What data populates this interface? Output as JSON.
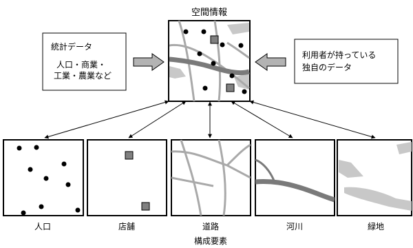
{
  "title": "空間情報",
  "left_box": {
    "heading": "統計データ",
    "line1": "人口・商業・",
    "line2": "工業・農業など"
  },
  "right_box": {
    "line1": "利用者が持っている",
    "line2": "独自のデータ"
  },
  "components": [
    {
      "label": "人口"
    },
    {
      "label": "店舗"
    },
    {
      "label": "道路"
    },
    {
      "label": "河川"
    },
    {
      "label": "緑地"
    }
  ],
  "bottom_label": "構成要素",
  "colors": {
    "road": "#a9a9a9",
    "river": "#7a7a7a",
    "green": "#c8c8c8",
    "store": "#808080",
    "arrow_fill": "#b3b3b3"
  }
}
